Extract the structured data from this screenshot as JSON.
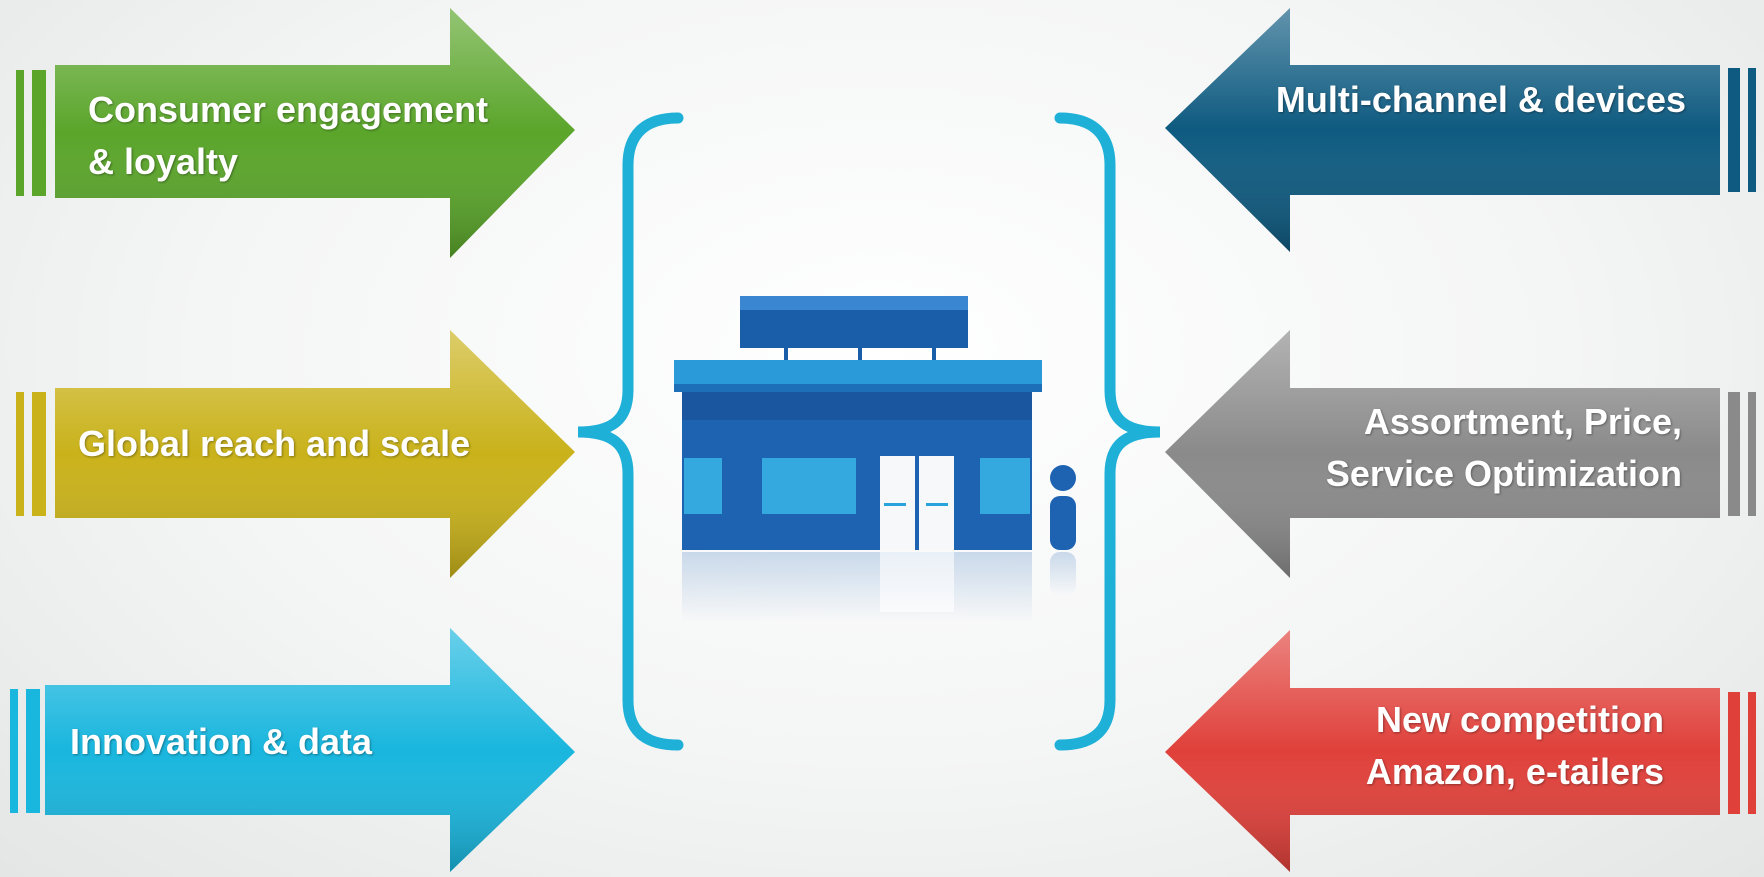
{
  "left_arrows": [
    {
      "lines": [
        "Consumer engagement",
        "& loyalty"
      ],
      "color": "#5aa52a"
    },
    {
      "lines": [
        "Global reach and scale"
      ],
      "color": "#c9b21a"
    },
    {
      "lines": [
        "Innovation & data"
      ],
      "color": "#19b6de"
    }
  ],
  "right_arrows": [
    {
      "lines": [
        "Multi-channel & devices"
      ],
      "color": "#0e5a80"
    },
    {
      "lines": [
        "Assortment, Price,",
        "Service Optimization"
      ],
      "color": "#8a8a8a"
    },
    {
      "lines": [
        "New competition",
        "Amazon, e-tailers"
      ],
      "color": "#e0403a"
    }
  ],
  "bracket_color": "#1fb0d8",
  "center_icon": "store-icon"
}
